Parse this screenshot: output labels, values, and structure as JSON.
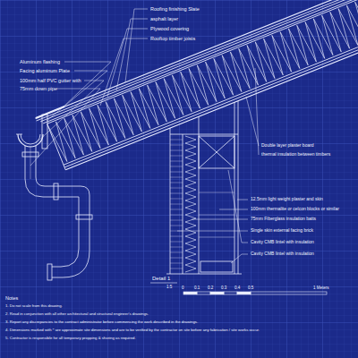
{
  "diagram": {
    "labels": [
      "Roofing finishing Slate",
      "asphalt layer",
      "Plywood covering",
      "Rooftop timber joists",
      "Aluminum flashing",
      "Facing aluminum Plate",
      "100mm half PVC gutter with",
      "75mm down pipe",
      "Double layer plaster board",
      "thermal insulation between timbers",
      "12.5mm light weight plaster and skin",
      "100mm thermalite or celcon blocks or similar",
      "75mm Fiberglass insulation batts",
      "Single skin external facing brick",
      "Cavity CMB lintel with insulation",
      "Cavity CMB lintel with insulation",
      "Detail 1",
      "1:5",
      "0",
      "0.1",
      "0.2",
      "0.3",
      "0.4",
      "0.5",
      "1 Meters",
      "Notes",
      "1. Do not scale from this drawing.",
      "2. Read in conjunction with all other architectural and structural engineer's drawings.",
      "3. Report any discrepancies to the contract administrator before commencing the work described in the drawings.",
      "4. Dimensions marked with * are approximate site dimensions and are to be verified by the contractor on site before any fabrication / site works occur.",
      "5. Contractor is responsible for all temporary propping & shoring as required."
    ]
  }
}
